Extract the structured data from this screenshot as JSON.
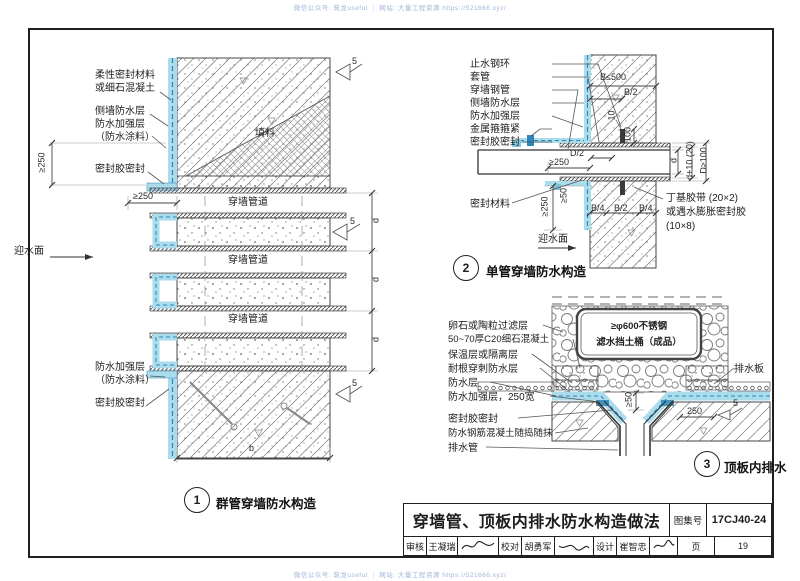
{
  "watermark": {
    "text": "微信公众号: 筑龙useful ｜ 网站: 大量工程资源 https://521666.xyz/"
  },
  "title_block": {
    "title": "穿墙管、顶板内排水防水构造做法",
    "atlas_label": "图集号",
    "atlas_number": "17CJ40-24",
    "page_label": "页",
    "page_number": "19",
    "review_label": "审核",
    "review_name": "王凝瑞",
    "check_label": "校对",
    "check_name": "胡勇军",
    "design_label": "设计",
    "design_name": "崔智忠"
  },
  "diagram1": {
    "number": "1",
    "caption": "群管穿墙防水构造",
    "labels": {
      "flexible_seal_1": "柔性密封材料",
      "flexible_seal_2": "或细石混凝土",
      "side_wall_wp": "侧墙防水层",
      "wp_reinforce_a": "防水加强层",
      "wp_coating_a": "（防水涂料）",
      "sealant_top": "密封胶密封",
      "fill": "填料",
      "pipe_1": "穿墙管道",
      "pipe_2": "穿墙管道",
      "pipe_3": "穿墙管道",
      "water_face": "迎水面",
      "wp_reinforce_b": "防水加强层",
      "wp_coating_b": "（防水涂料）",
      "sealant_bottom": "密封胶密封"
    },
    "dims": {
      "v250": "≥250",
      "h250": "≥250",
      "d": "d",
      "b": "b",
      "flag": "5"
    }
  },
  "diagram2": {
    "number": "2",
    "caption": "单管穿墙防水构造",
    "labels": {
      "water_stop_ring": "止水钢环",
      "sleeve": "套管",
      "steel_pipe": "穿墙钢管",
      "side_wall_wp": "侧墙防水层",
      "wp_reinforce": "防水加强层",
      "metal_clamp": "金属箍箍紧",
      "sealant": "密封胶密封",
      "seal_material": "密封材料",
      "water_face": "迎水面",
      "butyl_1": "丁基胶带 (20×2)",
      "butyl_2": "或遇水膨胀密封胶",
      "butyl_3": "(10×8)"
    },
    "dims": {
      "b500": "B≤500",
      "b2_top": "B/2",
      "t10": "10",
      "h100": "100",
      "d_half": "D/2",
      "h250": "≥250",
      "v250": "≥250",
      "v50": "≥50",
      "b4_l": "B/4",
      "b2": "B/2",
      "b4_r": "B/4",
      "dim_d": "d",
      "dim_d10": "d+10 (20)",
      "dim_D": "D≥100"
    }
  },
  "diagram3": {
    "number": "3",
    "caption": "顶板内排水",
    "labels": {
      "pebble": "卵石或陶粒过滤层",
      "concrete": "50~70厚C20细石混凝土",
      "insulation": "保温层或隔离层",
      "root_wp": "耐根穿刺防水层",
      "wp": "防水层",
      "wp_reinforce": "防水加强层，250宽",
      "sealant": "密封胶密封",
      "rc": "防水钢筋混凝土随捣随抹",
      "drain_pipe": "排水管",
      "drain_board": "排水板",
      "bucket_1": "≥φ600不锈钢",
      "bucket_2": "滤水挡土桶（成品）"
    },
    "dims": {
      "v50": "≥50",
      "w250": "250",
      "flag": "5"
    }
  }
}
